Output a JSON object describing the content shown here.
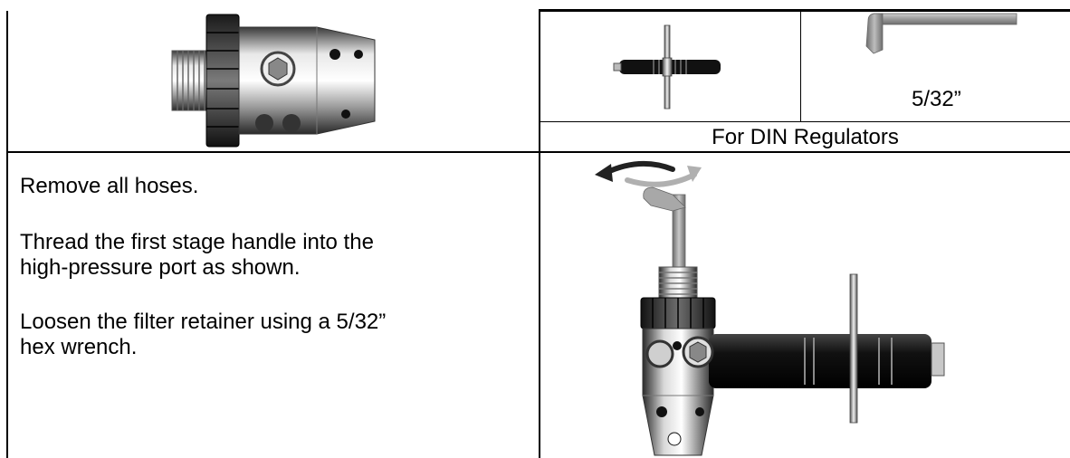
{
  "figures": {
    "regulator_side_view": {
      "icon": "din-first-stage-regulator"
    },
    "t_handle_tool": {
      "icon": "t-handle-tool"
    },
    "hex_wrench_tool": {
      "icon": "hex-wrench",
      "caption": "5/32”"
    },
    "assembly_view": {
      "icon": "regulator-with-tools-assembly"
    }
  },
  "section_label": "For DIN Regulators",
  "instructions": {
    "step1": "Remove all hoses.",
    "step2_line1": "Thread the first stage handle into the",
    "step2_line2": "high-pressure port as shown.",
    "step3_line1": "Loosen the filter retainer using a 5/32”",
    "step3_line2": "hex wrench."
  }
}
